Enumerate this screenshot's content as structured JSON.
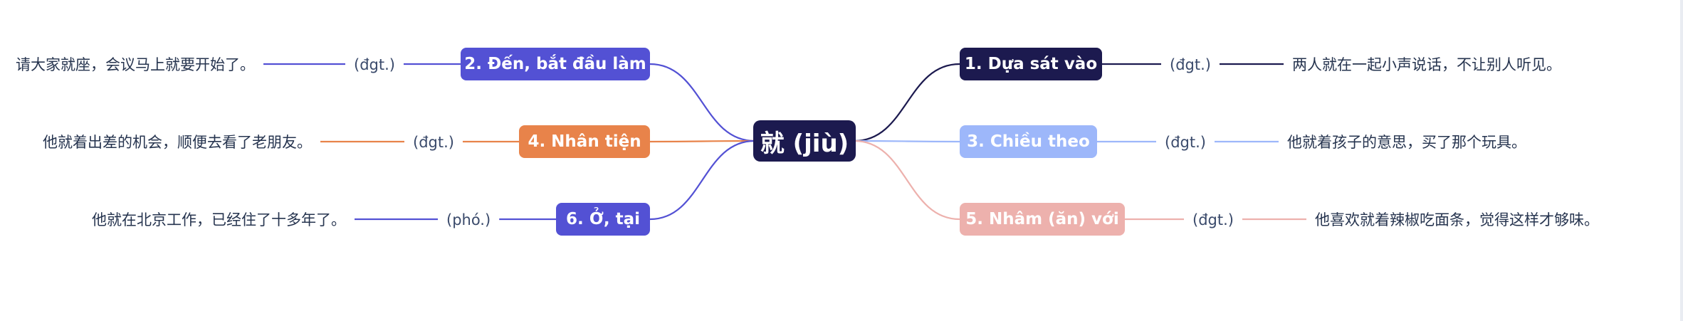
{
  "root": {
    "label": "就 (jiù)",
    "color": "#1c1a4f"
  },
  "branches": [
    {
      "id": "b1",
      "label": "1. Dựa sát vào",
      "pos": "(đgt.)",
      "example": "两人就在一起小声说话，不让别人听见。",
      "color": "#1c1a4f",
      "side": "right"
    },
    {
      "id": "b2",
      "label": "2. Đến, bắt đầu làm",
      "pos": "(đgt.)",
      "example": "请大家就座，会议马上就要开始了。",
      "color": "#5351d4",
      "side": "left"
    },
    {
      "id": "b3",
      "label": "3. Chiều theo",
      "pos": "(đgt.)",
      "example": "他就着孩子的意思，买了那个玩具。",
      "color": "#9db7fa",
      "side": "right"
    },
    {
      "id": "b4",
      "label": "4. Nhân tiện",
      "pos": "(đgt.)",
      "example": "他就着出差的机会，顺便去看了老朋友。",
      "color": "#e8834a",
      "side": "left"
    },
    {
      "id": "b5",
      "label": "5. Nhâm (ăn) với",
      "pos": "(đgt.)",
      "example": "他喜欢就着辣椒吃面条，觉得这样才够味。",
      "color": "#edb1ad",
      "side": "right"
    },
    {
      "id": "b6",
      "label": "6. Ở, tại",
      "pos": "(phó.)",
      "example": "他就在北京工作，已经住了十多年了。",
      "color": "#5351d4",
      "side": "left"
    }
  ]
}
